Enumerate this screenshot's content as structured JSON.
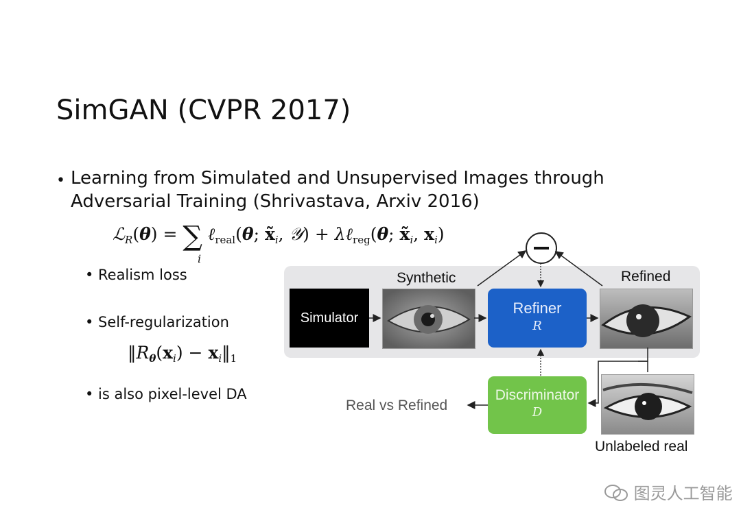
{
  "slide": {
    "title": "SimGAN (CVPR 2017)",
    "bullet_main_line1": "Learning from Simulated and Unsupervised Images through",
    "bullet_main_line2": "Adversarial Training (Shrivastava, Arxiv 2016)",
    "sub_bullets": [
      "Realism loss",
      "Self-regularization",
      "is also pixel-level DA"
    ]
  },
  "diagram": {
    "simulator_label": "Simulator",
    "synthetic_label": "Synthetic",
    "refiner_label": "Refiner",
    "refiner_symbol": "R",
    "refined_label": "Refined",
    "discriminator_label": "Discriminator",
    "discriminator_symbol": "D",
    "output_label": "Real vs Refined",
    "unlabeled_label": "Unlabeled real",
    "minus_symbol": "−"
  },
  "watermark": {
    "text": "图灵人工智能"
  },
  "colors": {
    "refiner": "#1c61c8",
    "discriminator": "#72c44a",
    "panel": "#e6e6e8"
  }
}
